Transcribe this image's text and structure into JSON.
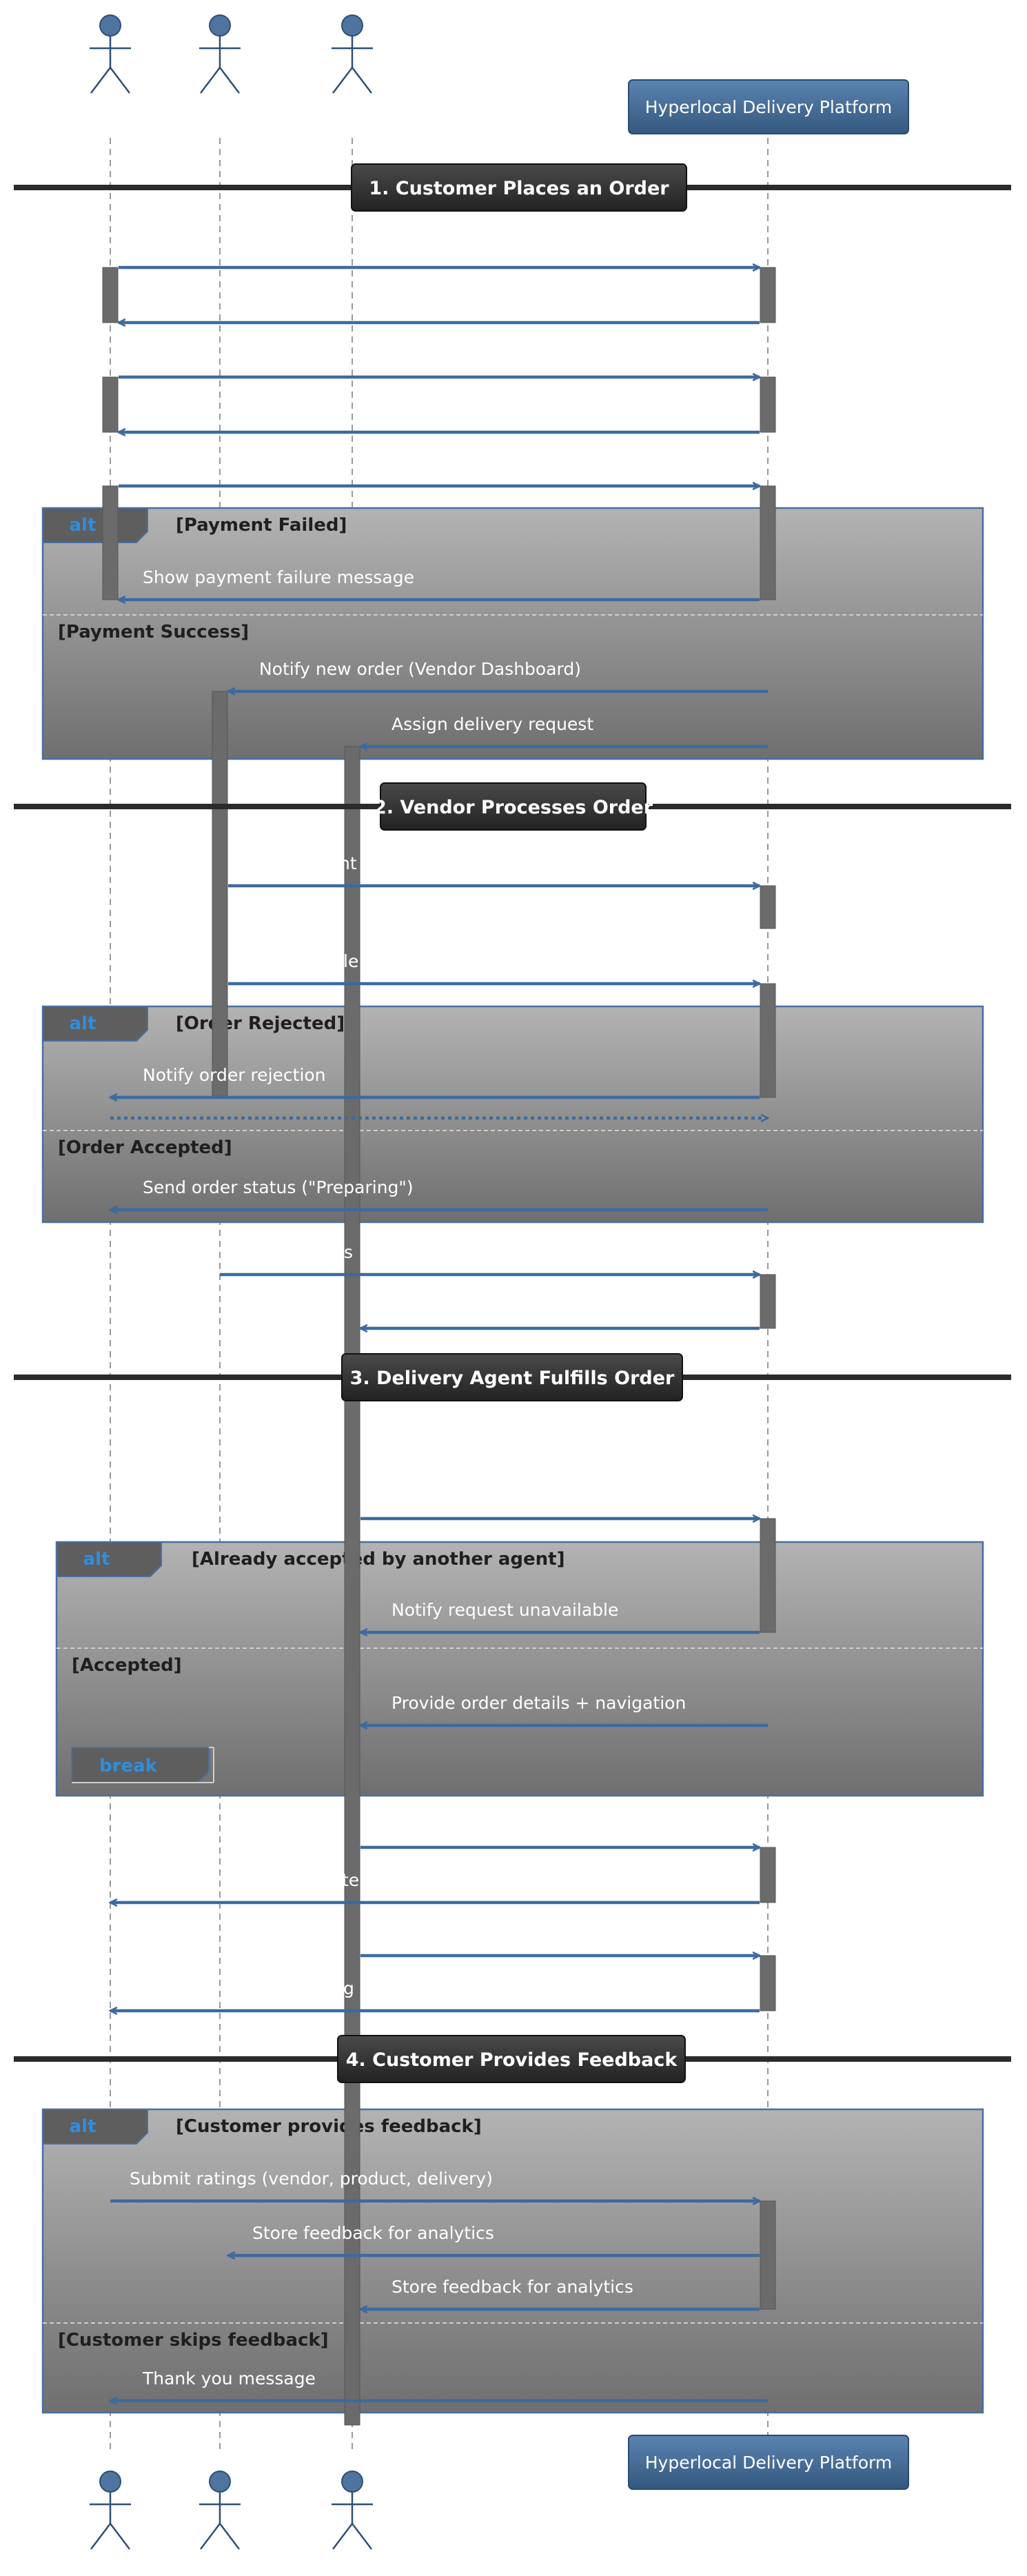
{
  "participants": {
    "platform_label": "Hyperlocal Delivery Platform"
  },
  "sections": [
    {
      "id": "s1",
      "title": "1. Customer Places an Order"
    },
    {
      "id": "s2",
      "title": "2. Vendor Processes Order"
    },
    {
      "id": "s3",
      "title": "3. Delivery Agent Fulfills Order"
    },
    {
      "id": "s4",
      "title": "4. Customer Provides Feedback"
    }
  ],
  "fragments": [
    {
      "id": "f1",
      "keyword": "alt",
      "guard": "[Payment Failed]",
      "else_guard": "[Payment Success]"
    },
    {
      "id": "f2",
      "keyword": "alt",
      "guard": "[Order Rejected]",
      "else_guard": "[Order Accepted]"
    },
    {
      "id": "f3",
      "keyword": "alt",
      "guard": "[Already accepted by another agent]",
      "else_guard": "[Accepted]"
    },
    {
      "id": "f3b",
      "keyword": "break",
      "guard": "",
      "else_guard": ""
    },
    {
      "id": "f4",
      "keyword": "alt",
      "guard": "[Customer provides feedback]",
      "else_guard": "[Customer skips feedback]"
    }
  ],
  "messages": [
    {
      "id": "m01",
      "label": ""
    },
    {
      "id": "m02",
      "label": ""
    },
    {
      "id": "m03",
      "label": ""
    },
    {
      "id": "m04",
      "label": ""
    },
    {
      "id": "m05",
      "label": ""
    },
    {
      "id": "m06",
      "label": "Show payment failure message"
    },
    {
      "id": "m07",
      "label": "Notify new order (Vendor Dashboard)"
    },
    {
      "id": "m08",
      "label": "Assign delivery request"
    },
    {
      "id": "m09",
      "label": "nt"
    },
    {
      "id": "m10",
      "label": "le"
    },
    {
      "id": "m11",
      "label": "Notify order rejection"
    },
    {
      "id": "m12",
      "label": ""
    },
    {
      "id": "m13",
      "label": "Send order status (\"Preparing\")"
    },
    {
      "id": "m14",
      "label": "s"
    },
    {
      "id": "m15",
      "label": ""
    },
    {
      "id": "m16",
      "label": ""
    },
    {
      "id": "m17",
      "label": "Notify request unavailable"
    },
    {
      "id": "m18",
      "label": "Provide order details + navigation"
    },
    {
      "id": "m19",
      "label": ""
    },
    {
      "id": "m20",
      "label": "te"
    },
    {
      "id": "m21",
      "label": ""
    },
    {
      "id": "m22",
      "label": "g"
    },
    {
      "id": "m23",
      "label": "Submit ratings (vendor, product, delivery)"
    },
    {
      "id": "m24",
      "label": "Store feedback for analytics"
    },
    {
      "id": "m25",
      "label": "Store feedback for analytics"
    },
    {
      "id": "m26",
      "label": "Thank you message"
    }
  ],
  "colors": {
    "arrow": "#3d6a9e",
    "lifeline": "#999999",
    "activation": "#6b6b6b",
    "fragment_border": "#4a6fa3",
    "fragment_keyword": "#2e8ee0",
    "section_bar": "#2b2b2b",
    "platform_box": "#3c6591"
  }
}
